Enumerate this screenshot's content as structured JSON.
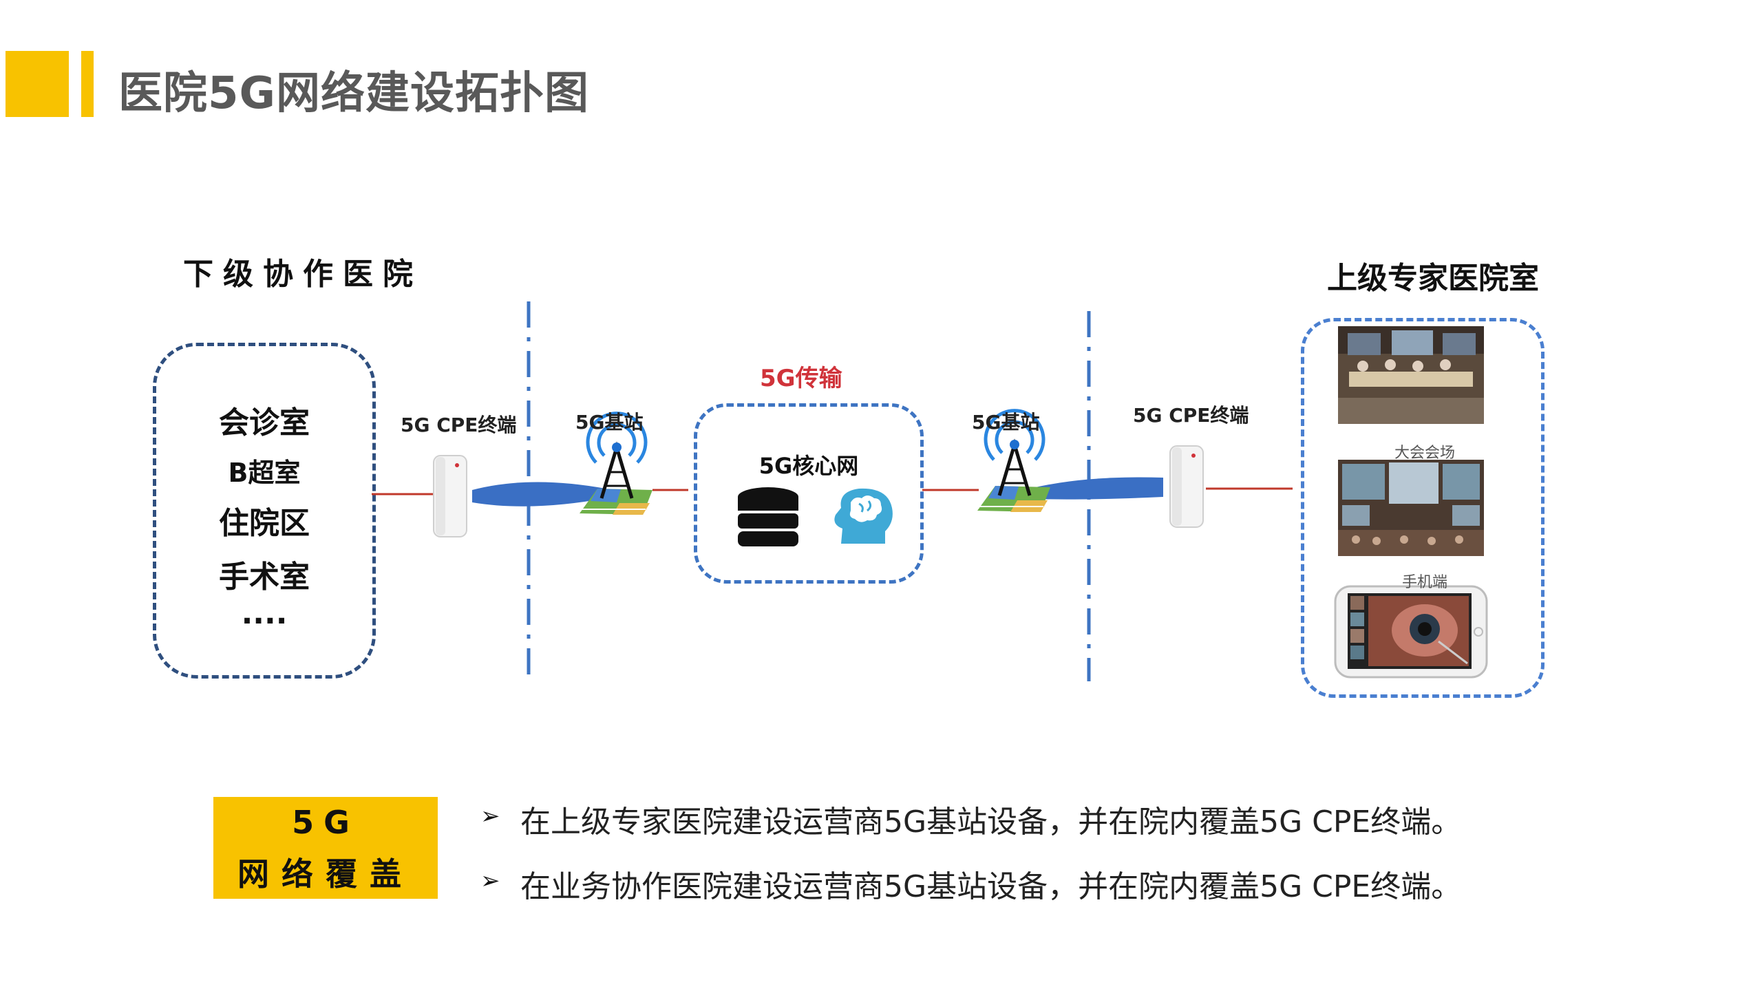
{
  "page_title": "医院5G网络建设拓扑图",
  "lower_hospital": {
    "title": "下级协作医院",
    "rooms": [
      "会诊室",
      "B超室",
      "住院区",
      "手术室",
      "...."
    ]
  },
  "upper_hospital": {
    "title": "上级专家医院室",
    "captions": [
      "大会会场",
      "手机端"
    ]
  },
  "labels": {
    "cpe_left": "5G CPE终端",
    "base_station_left": "5G基站",
    "transmission": "5G传输",
    "core_network": "5G核心网",
    "base_station_right": "5G基站",
    "cpe_right": "5G CPE终端"
  },
  "summary": {
    "line1": "5G",
    "line2": "网络覆盖",
    "bullet_symbol": "➢",
    "bullets": [
      "在上级专家医院建设运营商5G基站设备，并在院内覆盖5G CPE终端。",
      "在业务协作医院建设运营商5G基站设备，并在院内覆盖5G CPE终端。"
    ]
  },
  "colors": {
    "accent_yellow": "#f8c200",
    "beam_blue": "#3a6fc4",
    "dash_blue": "#3e74c2",
    "link_red": "#c0392b",
    "transmission_red": "#d0333a"
  }
}
